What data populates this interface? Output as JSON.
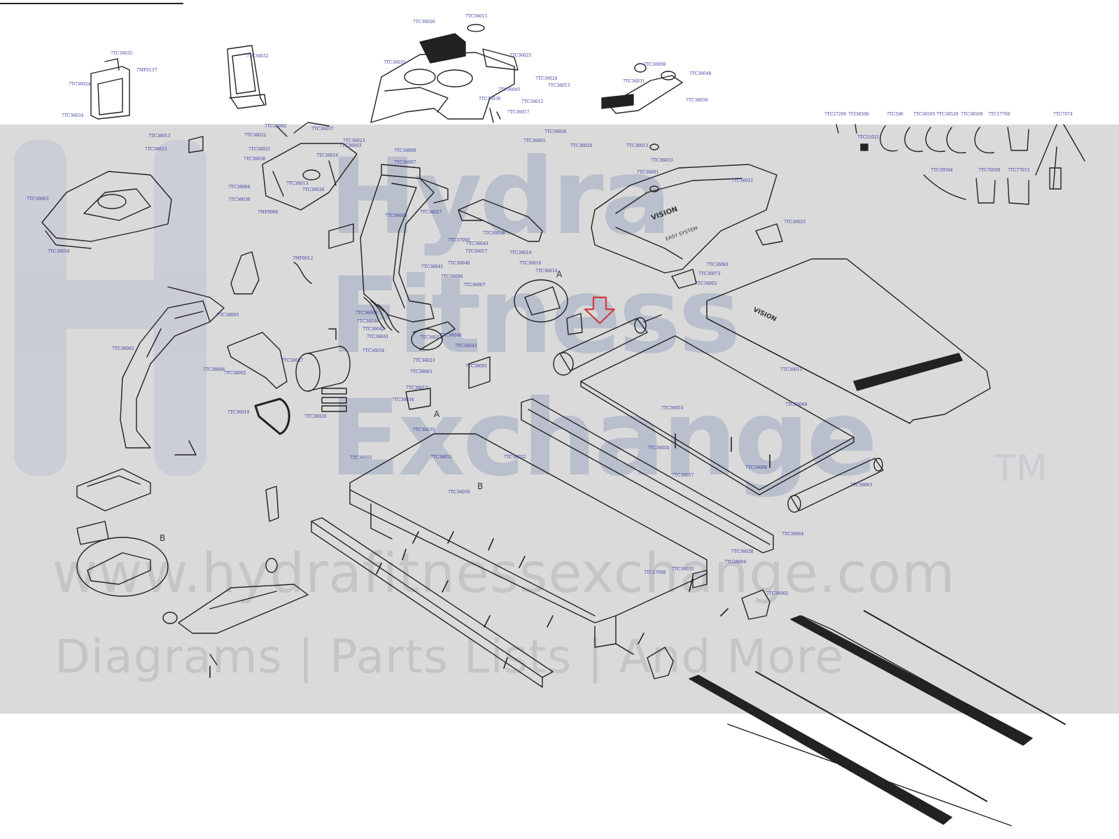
{
  "watermark": {
    "brand_line1": "Hydra",
    "brand_line2": "Fitness",
    "brand_line3": "Exchange",
    "tm": "TM",
    "url": "www.hydrafitnessexchange.com",
    "tagline": "Diagrams | Parts Lists | And More"
  },
  "section_labels": {
    "a1": "A",
    "a2": "A",
    "b1": "B",
    "b2": "B"
  },
  "deck_print": {
    "brand": "VISION",
    "sub": "EASY SYSTEM"
  },
  "colors": {
    "ink": "#222222",
    "label": "#3438a0",
    "band": "#dadada",
    "arrow": "#d23b3b"
  },
  "parts": [
    "7TC36035",
    "7MF0137",
    "7TC36024",
    "7TC36034",
    "7TC36032",
    "7TC36020",
    "7TC36011",
    "7TC36031",
    "7TC36025",
    "7TC36024",
    "7TC36017",
    "7TC36013",
    "7TC36012",
    "7TC36005",
    "7TC36030",
    "7TC36031",
    "7TC36008",
    "7TC36048",
    "7TC36058",
    "7TC27200",
    "7CI38500",
    "7TC506",
    "7TC36505",
    "7TC38520",
    "7TC38500",
    "7TC17700",
    "7TC7074",
    "7TC31021",
    "7TC39504",
    "7TC70500",
    "7TC77015",
    "7TC36013",
    "7TC36023",
    "7TC36002",
    "7TC36022",
    "7TC36021",
    "7TC36030",
    "7TC36004",
    "7TC36038",
    "7TC36037",
    "7TC36023",
    "7MF0006",
    "7TC36063",
    "7TC36054",
    "7TC36016",
    "7TC36013",
    "7TC36026",
    "7TC36003",
    "7TC36009",
    "7TC36027",
    "7TC36007",
    "7TC36056",
    "7TC36065",
    "7TC36020",
    "7TC36013",
    "7TC36033",
    "7TC36001",
    "7TC36021",
    "7TC36025",
    "7TC36006",
    "7TC36018",
    "7TC37005",
    "7TC36043",
    "7TC36017",
    "7TC36019",
    "7TC36010",
    "7TC36014",
    "7TC36040",
    "7TC36041",
    "7TC36086",
    "7TC36007",
    "7MF0012",
    "7TC38005",
    "7TC36002",
    "7TC38006",
    "7TC36003",
    "7TC36046",
    "7TC36042",
    "7TC36041",
    "7TC36034",
    "7TC36022",
    "7TC36048",
    "7TC36043",
    "7TC36023",
    "7TC38003",
    "7TC38001",
    "7TC38002",
    "7TC36019",
    "7TC36020",
    "7TC36027",
    "7TC36013",
    "7TC36034",
    "7TC36035",
    "7TC36055",
    "7TC36051",
    "7TC36052",
    "7TC36050",
    "7TC36053",
    "7TC36054",
    "7TC36057",
    "7TC36006",
    "7TC36063",
    "7TC36015",
    "7TC36060",
    "7TC36073",
    "7TC36062",
    "7TC36061",
    "7TC36064",
    "7TC36028",
    "7TC38004",
    "7TC36035",
    "7TC27008",
    "7TC36005"
  ]
}
